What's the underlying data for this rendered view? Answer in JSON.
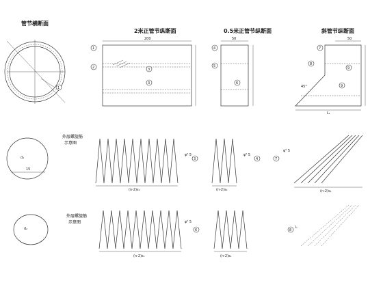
{
  "titles": {
    "t1": "管节横断面",
    "t2": "2米正管节纵断面",
    "t3": "0.5米正管节纵断面",
    "t4": "斜管节纵断面"
  },
  "dims": {
    "d200": "200",
    "d50a": "50",
    "d50b": "50",
    "rowSpacing1": "(n-2)s₁",
    "rowSpacing2": "(n-2)s₁",
    "rowSpacing3": "(n-2)s₁",
    "rowSpacing4": "(n-2)s₁",
    "rowSpacing5": "(n-2)s₁",
    "d15": "15",
    "dTop": "d₁",
    "dBot": "d₂",
    "L1": "L₁",
    "angle": "45°"
  },
  "callouts": {
    "c1": "1",
    "c2": "2",
    "c3": "3",
    "c3b": "3",
    "c4": "4",
    "c5": "5",
    "c6": "6",
    "c7": "7",
    "c8": "8",
    "c9": "9",
    "c9b": "9"
  },
  "rebar": {
    "r1": "φ⁵ 5",
    "r2": "φ⁵ 5",
    "r3": "φ⁵ 5",
    "r4": "φ⁵ 5",
    "L": "L"
  },
  "notes": {
    "n1": "外层螺旋筋",
    "n1b": "示意图",
    "n2": "外层螺旋筋",
    "n2b": "示意图"
  }
}
